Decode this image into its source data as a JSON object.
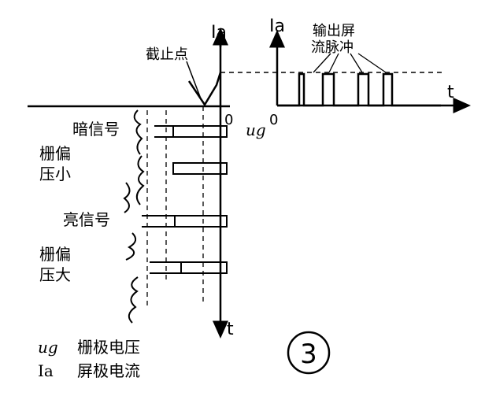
{
  "left_graph": {
    "ia_label": "Ia",
    "cutoff_label": "截止点",
    "origin_label": "0",
    "ug_label": "ug",
    "t_label": "t",
    "signals": [
      {
        "line1": "暗信号",
        "line2": ""
      },
      {
        "line1": "栅偏",
        "line2": "压小"
      },
      {
        "line1": "亮信号",
        "line2": ""
      },
      {
        "line1": "栅偏",
        "line2": "压大"
      }
    ]
  },
  "right_graph": {
    "ia_label": "Ia",
    "origin_label": "0",
    "t_label": "t",
    "caption_line1": "输出屏",
    "caption_line2": "流脉冲"
  },
  "legend": {
    "ug_symbol": "ug",
    "ug_text": "栅极电压",
    "ia_symbol": "Ia",
    "ia_text": "屏极电流"
  },
  "figure_number": "3"
}
